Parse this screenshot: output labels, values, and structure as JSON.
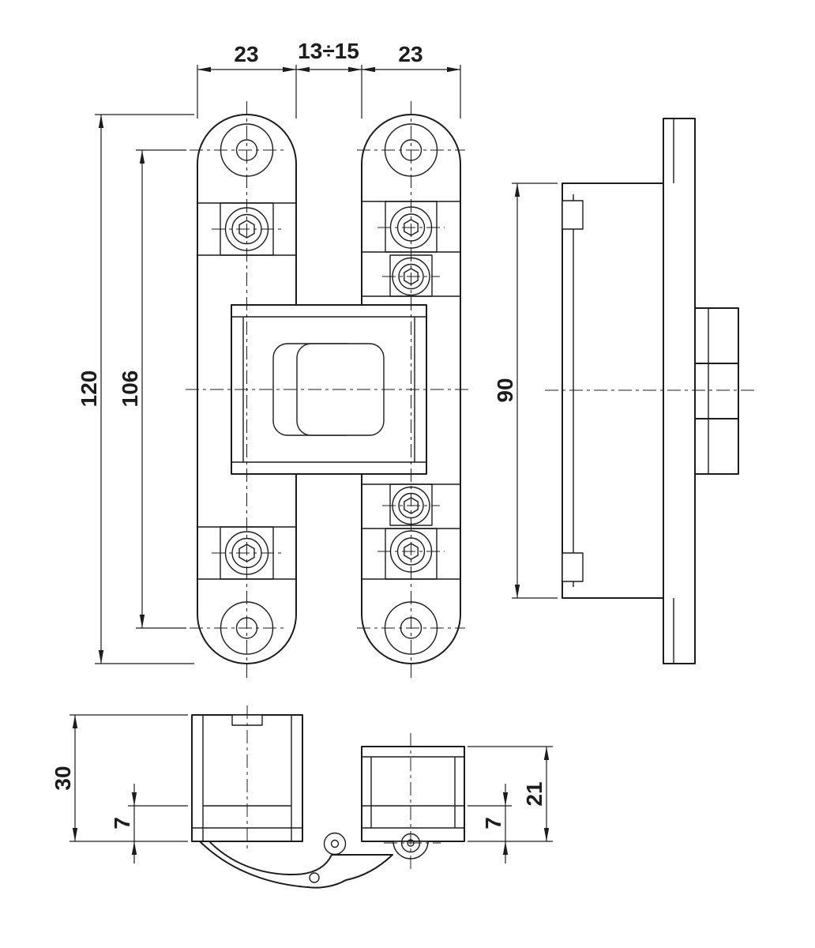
{
  "drawing": {
    "type": "technical-drawing",
    "subject": "Concealed door hinge - orthographic projection views",
    "units": "mm",
    "colors": {
      "line": "#1c1c1c",
      "background": "#ffffff"
    },
    "dims": {
      "front_top_left_plate_width": "23",
      "front_top_gap": "13÷15",
      "front_top_right_plate_width": "23",
      "front_overall_length": "120",
      "front_hole_spacing": "106",
      "side_body_height": "90",
      "bottom_left_cup_height": "30",
      "bottom_left_plate_thickness": "7",
      "bottom_right_plate_thickness": "7",
      "bottom_right_cup_height": "21"
    }
  }
}
